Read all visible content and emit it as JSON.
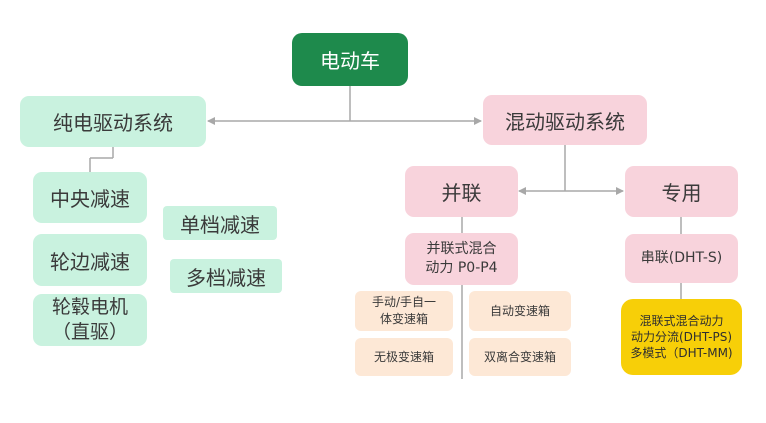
{
  "root": "电动车",
  "pure_ev": {
    "title": "纯电驱动系统",
    "central": "中央减速",
    "wheel_side": "轮边减速",
    "hub_motor": "轮毂电机\n（直驱）",
    "single_gear": "单档减速",
    "multi_gear": "多档减速"
  },
  "hybrid": {
    "title": "混动驱动系统",
    "parallel": {
      "title": "并联",
      "sub": "并联式混合\n动力 P0-P4",
      "manual": "手动/手自一\n体变速箱",
      "auto": "自动变速箱",
      "cvt": "无极变速箱",
      "dct": "双离合变速箱"
    },
    "dedicated": {
      "title": "专用",
      "series": "串联(DHT-S)",
      "split": "混联式混合动力\n动力分流(DHT-PS)\n多模式（DHT-MM)"
    }
  },
  "colors": {
    "root": "#1e8a4c",
    "pure_ev": "#c9f2df",
    "hybrid": "#f8d3dc",
    "transmission": "#fde8d6",
    "highlight": "#f7cf08",
    "connector": "#a8a8a8"
  }
}
